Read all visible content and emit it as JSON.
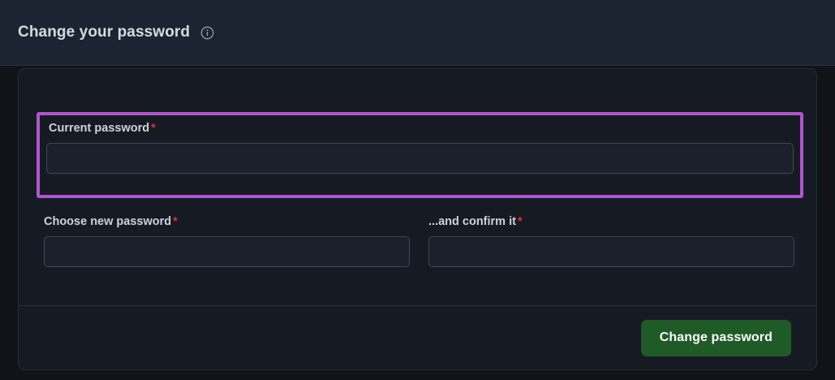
{
  "header": {
    "title": "Change your password",
    "info_icon": "info-circle-icon"
  },
  "form": {
    "current_password": {
      "label": "Current password",
      "required_marker": "*",
      "value": "",
      "placeholder": "",
      "highlighted": true,
      "highlight_color": "#b054cf"
    },
    "new_password": {
      "label": "Choose new password",
      "required_marker": "*",
      "value": "",
      "placeholder": ""
    },
    "confirm_password": {
      "label": "...and confirm it",
      "required_marker": "*",
      "value": "",
      "placeholder": ""
    }
  },
  "footer": {
    "submit_label": "Change password",
    "submit_color": "#1e5b26"
  },
  "colors": {
    "page_background": "#111318",
    "header_background": "#1b2430",
    "card_background": "#161b23",
    "required_red": "#e02f2f",
    "text_primary": "#d3dae1",
    "text_label": "#ccd3da"
  }
}
